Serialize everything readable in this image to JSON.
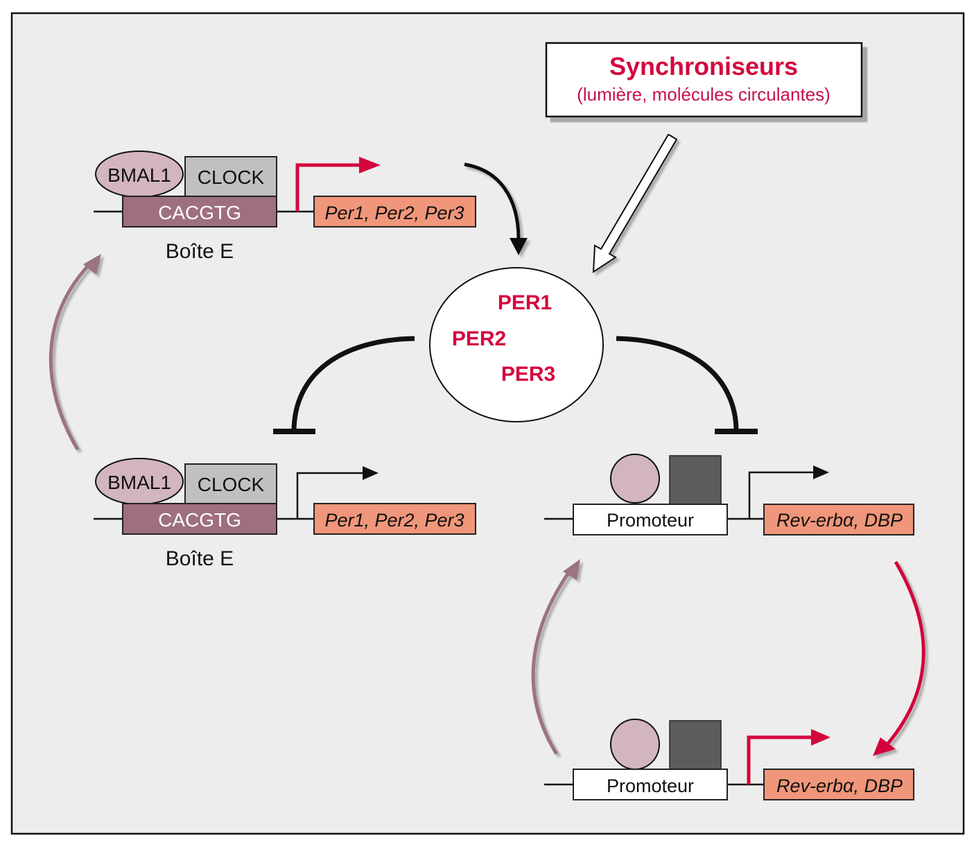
{
  "colors": {
    "frame_bg": "#ededed",
    "accent_red": "#d4063e",
    "mauve_box": "#9e6f7f",
    "bmal_fill": "#d3b5bd",
    "clock_fill": "#c0c0c0",
    "gene_fill": "#f0967a",
    "dark_box": "#5d5d5d",
    "mauve_arrow": "#9c7380"
  },
  "synchroniseurs": {
    "title": "Synchroniseurs",
    "subtitle": "(lumière, molécules circulantes)"
  },
  "per_proteins": [
    "PER1",
    "PER2",
    "PER3"
  ],
  "top_ebox": {
    "bmal": "BMAL1",
    "clock": "CLOCK",
    "motif": "CACGTG",
    "gene": "Per1, Per2, Per3",
    "label": "Boîte E",
    "state": "active"
  },
  "bottom_ebox": {
    "bmal": "BMAL1",
    "clock": "CLOCK",
    "motif": "CACGTG",
    "gene": "Per1, Per2, Per3",
    "label": "Boîte E",
    "state": "inhibited"
  },
  "promoter_inhibited": {
    "promoter": "Promoteur",
    "gene": "Rev-erbα, DBP",
    "state": "inhibited"
  },
  "promoter_active": {
    "promoter": "Promoteur",
    "gene": "Rev-erbα, DBP",
    "state": "active"
  }
}
